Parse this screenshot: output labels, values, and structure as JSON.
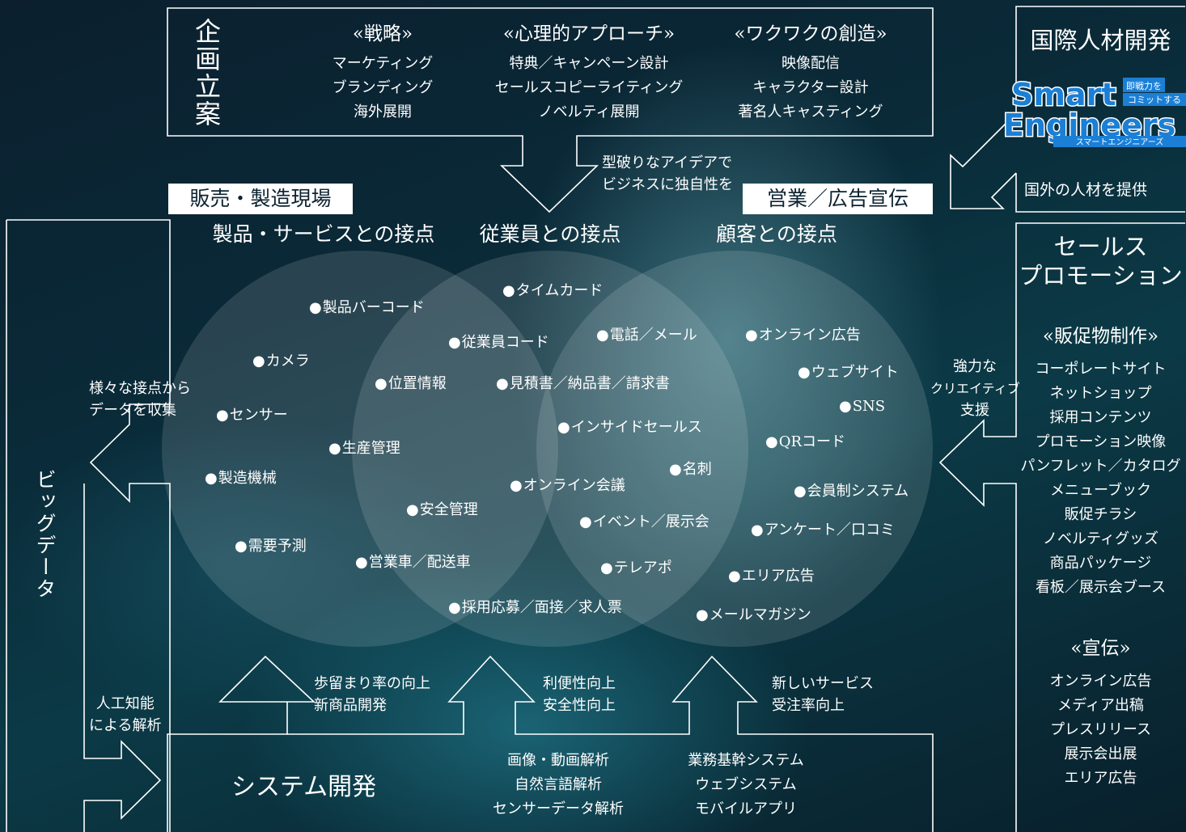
{
  "planning": {
    "title": "企画立案",
    "columns": [
      {
        "heading": "«戦略»",
        "items": [
          "マーケティング",
          "ブランディング",
          "海外展開"
        ]
      },
      {
        "heading": "«心理的アプローチ»",
        "items": [
          "特典／キャンペーン設計",
          "セールスコピーライティング",
          "ノベルティ展開"
        ]
      },
      {
        "heading": "«ワクワクの創造»",
        "items": [
          "映像配信",
          "キャラクター設計",
          "著名人キャスティング"
        ]
      }
    ],
    "arrow_caption": [
      "型破りなアイデアで",
      "ビジネスに独自性を"
    ]
  },
  "label_sales_site": "販売・製造現場",
  "label_sales_ad": "営業／広告宣伝",
  "circle_titles": [
    "製品・サービスとの接点",
    "従業員との接点",
    "顧客との接点"
  ],
  "venn_items": [
    "製品バーコード",
    "カメラ",
    "センサー",
    "製造機械",
    "需要予測",
    "タイムカード",
    "従業員コード",
    "位置情報",
    "生産管理",
    "安全管理",
    "営業車／配送車",
    "見積書／納品書／請求書",
    "オンライン会議",
    "採用応募／面接／求人票",
    "電話／メール",
    "インサイドセールス",
    "イベント／展示会",
    "テレアポ",
    "名刺",
    "オンライン広告",
    "ウェブサイト",
    "SNS",
    "QRコード",
    "会員制システム",
    "アンケート／口コミ",
    "エリア広告",
    "メールマガジン"
  ],
  "big_data": {
    "title": "ビッグデータ",
    "collect_caption": [
      "様々な接点から",
      "データを収集"
    ],
    "ai_caption": [
      "人工知能",
      "による解析"
    ]
  },
  "system_dev": {
    "title": "システム開発",
    "arrow_captions": [
      [
        "歩留まり率の向上",
        "新商品開発"
      ],
      [
        "利便性向上",
        "安全性向上"
      ],
      [
        "新しいサービス",
        "受注率向上"
      ]
    ],
    "analysis_items": [
      "画像・動画解析",
      "自然言語解析",
      "センサーデータ解析"
    ],
    "system_items": [
      "業務基幹システム",
      "ウェブシステム",
      "モバイルアプリ"
    ]
  },
  "international": {
    "title": "国際人材開発",
    "logo_top": "Smart",
    "logo_bottom": "Engineers",
    "logo_tag1": "即戦力を",
    "logo_tag2": "コミットする",
    "logo_sub": "スマートエンジニアーズ",
    "caption": "国外の人材を提供"
  },
  "sales_promotion": {
    "title": [
      "セールス",
      "プロモーション"
    ],
    "creative_caption": [
      "強力な",
      "クリエイティブ",
      "支援"
    ],
    "sections": [
      {
        "heading": "«販促物制作»",
        "items": [
          "コーポレートサイト",
          "ネットショップ",
          "採用コンテンツ",
          "プロモーション映像",
          "パンフレット／カタログ",
          "メニューブック",
          "販促チラシ",
          "ノベルティグッズ",
          "商品パッケージ",
          "看板／展示会ブース"
        ]
      },
      {
        "heading": "«宣伝»",
        "items": [
          "オンライン広告",
          "メディア出稿",
          "プレスリリース",
          "展示会出展",
          "エリア広告"
        ]
      }
    ]
  },
  "colors": {
    "background": "#0b2a38",
    "accent": "#1aa0a8",
    "line": "#ffffff",
    "logo_blue": "#1b7fd6"
  }
}
